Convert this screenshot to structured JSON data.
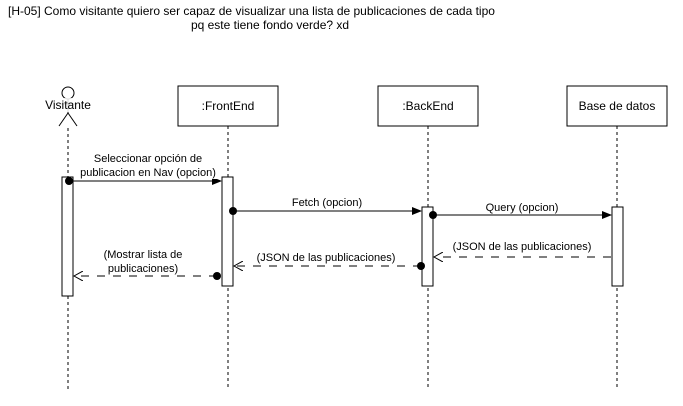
{
  "title": {
    "line1": "[H-05] Como visitante quiero ser capaz de visualizar una lista de publicaciones de cada tipo",
    "line2": "pq este tiene fondo verde? xd"
  },
  "participants": [
    {
      "id": "visitante",
      "label": "Visitante",
      "kind": "actor"
    },
    {
      "id": "frontend",
      "label": ":FrontEnd",
      "kind": "box"
    },
    {
      "id": "backend",
      "label": ":BackEnd",
      "kind": "box"
    },
    {
      "id": "db",
      "label": "Base de datos",
      "kind": "box"
    }
  ],
  "messages": [
    {
      "id": "m1",
      "from": "visitante",
      "to": "frontend",
      "type": "sync",
      "lines": [
        "Seleccionar opción de",
        "publicacion en Nav (opcion)"
      ]
    },
    {
      "id": "m2",
      "from": "frontend",
      "to": "backend",
      "type": "sync",
      "lines": [
        "Fetch (opcion)"
      ]
    },
    {
      "id": "m3",
      "from": "backend",
      "to": "db",
      "type": "sync",
      "lines": [
        "Query (opcion)"
      ]
    },
    {
      "id": "m4",
      "from": "db",
      "to": "backend",
      "type": "return",
      "lines": [
        "(JSON de las publicaciones)"
      ]
    },
    {
      "id": "m5",
      "from": "backend",
      "to": "frontend",
      "type": "return",
      "lines": [
        "(JSON de las publicaciones)"
      ]
    },
    {
      "id": "m6",
      "from": "frontend",
      "to": "visitante",
      "type": "return",
      "lines": [
        "(Mostrar lista de",
        "publicaciones)"
      ]
    }
  ]
}
